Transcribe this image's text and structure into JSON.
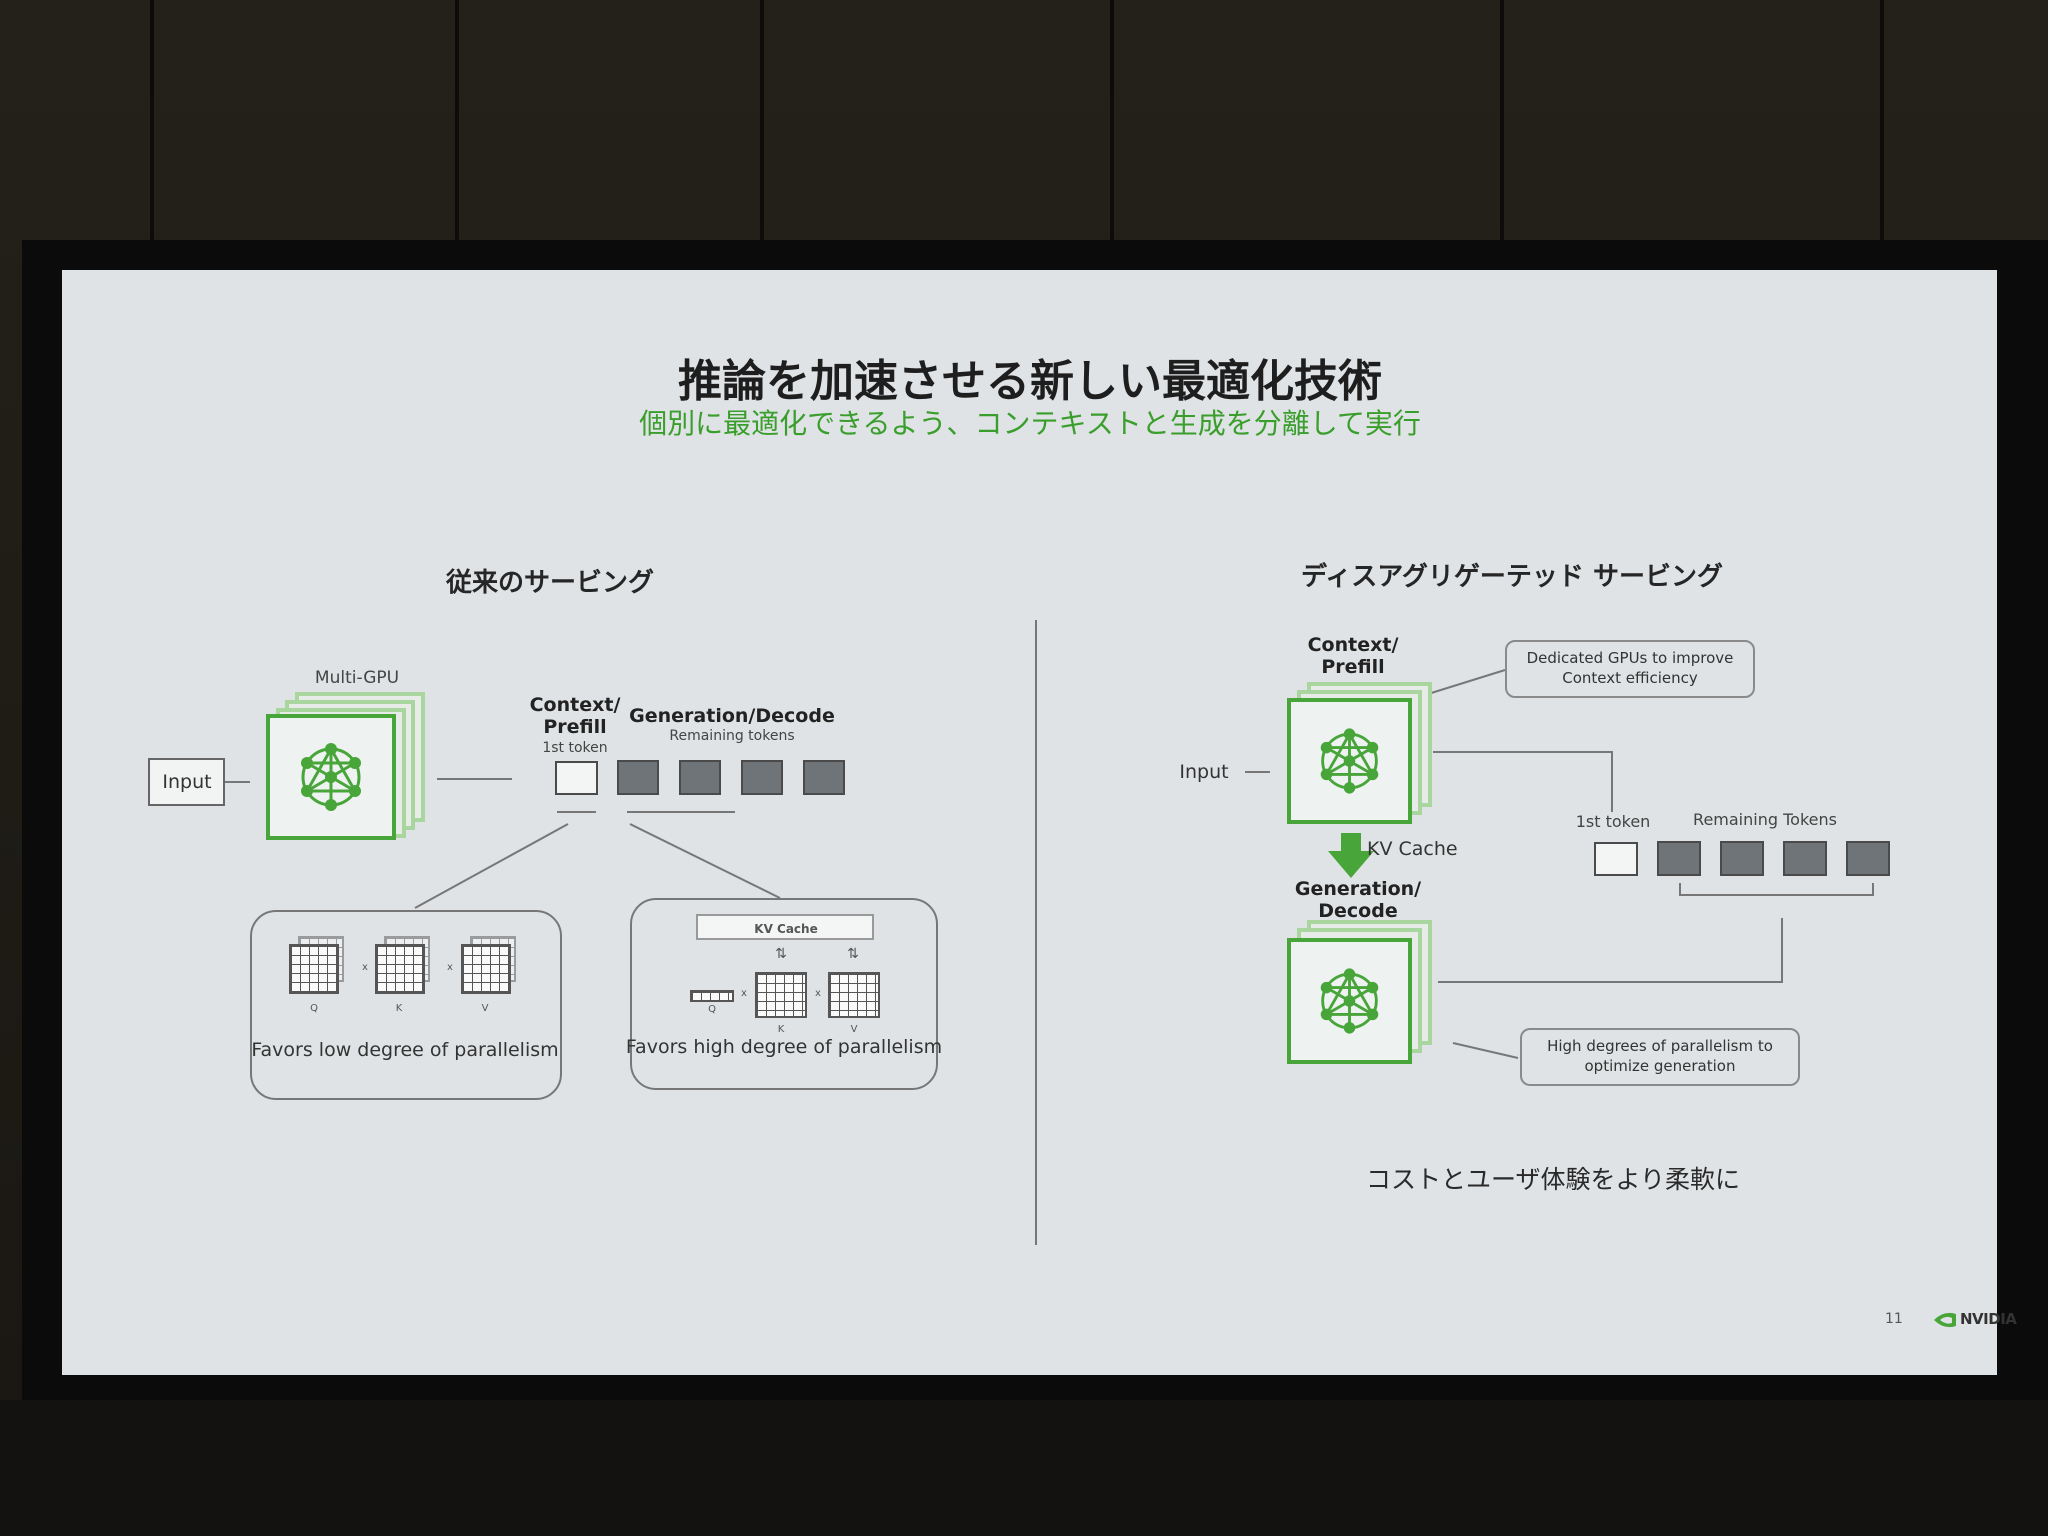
{
  "slide": {
    "title": "推論を加速させる新しい最適化技術",
    "subtitle": "個別に最適化できるよう、コンテキストと生成を分離して実行",
    "page_number": "11",
    "logo_text": "NVIDIA",
    "accent_color": "#48a53a"
  },
  "left": {
    "heading": "従来のサービング",
    "input_label": "Input",
    "gpu_label": "Multi-GPU",
    "context_label": "Context/\nPrefill",
    "first_token": "1st token",
    "generation_label": "Generation/Decode",
    "remaining_tokens": "Remaining tokens",
    "prefill_box": {
      "q": "Q",
      "k": "K",
      "v": "V",
      "times": "x",
      "caption": "Favors low degree of parallelism"
    },
    "decode_box": {
      "kv_cache": "KV Cache",
      "q": "Q",
      "k": "K",
      "v": "V",
      "times": "x",
      "caption": "Favors high degree of parallelism"
    }
  },
  "right": {
    "heading": "ディスアグリゲーテッド サービング",
    "context_label": "Context/\nPrefill",
    "input_label": "Input",
    "kv_cache": "KV Cache",
    "generation_label": "Generation/\nDecode",
    "callout_top": "Dedicated GPUs to improve\nContext efficiency",
    "callout_bottom": "High degrees of parallelism to\noptimize generation",
    "first_token": "1st token",
    "remaining_tokens": "Remaining Tokens",
    "footer": "コストとユーザ体験をより柔軟に"
  }
}
